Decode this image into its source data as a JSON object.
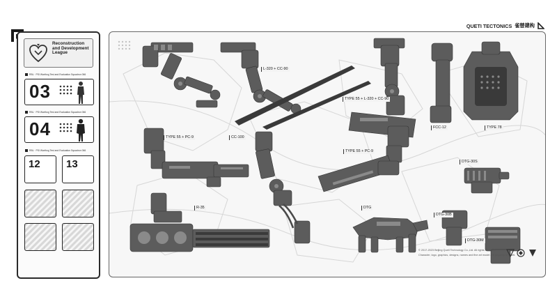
{
  "brand": {
    "name": "QUETI TECTONICS",
    "name_cn": "雀替建构"
  },
  "league": {
    "title": "Reconstruction and Development League"
  },
  "squad_captions": {
    "first": "RBL · PSI Warthog Test and Evaluation Squadron 066",
    "second": "RBL · PSI Warthog Test and Evaluation Squadron 066",
    "third": "RBL · PSI Warthog Test and Evaluation Squadron 066"
  },
  "cards": {
    "big_1": "03",
    "big_2": "04",
    "small_1": "12",
    "small_2": "13"
  },
  "labels": {
    "l320": "L-320 + CC-90",
    "type55_l320": "TYPE 55 + L-320 + CC-90",
    "type55_pc9_a": "TYPE 55 + PC-9",
    "cc100": "CC-100",
    "type55_pc9_b": "TYPE 55 + PC-9",
    "fcc12": "FCC-12",
    "type78": "TYPE 78",
    "dtg30s": "DTG-30S",
    "r35": "R-35",
    "dtg": "DTG",
    "dtg30b": "DTG-30B",
    "dtg30m": "DTG-30M"
  },
  "copyright": {
    "line1": "© 2017-2023 Beijing Queti Technology Co.,Ltd. All rights reserved.",
    "line2": "Character, logo, graphics, designs, names and fine art model are property of Queti."
  },
  "colors": {
    "part": "#5c5c5c",
    "part_dark": "#3a3a3a",
    "part_light": "#8a8a8a",
    "border": "#2a2a2a"
  }
}
